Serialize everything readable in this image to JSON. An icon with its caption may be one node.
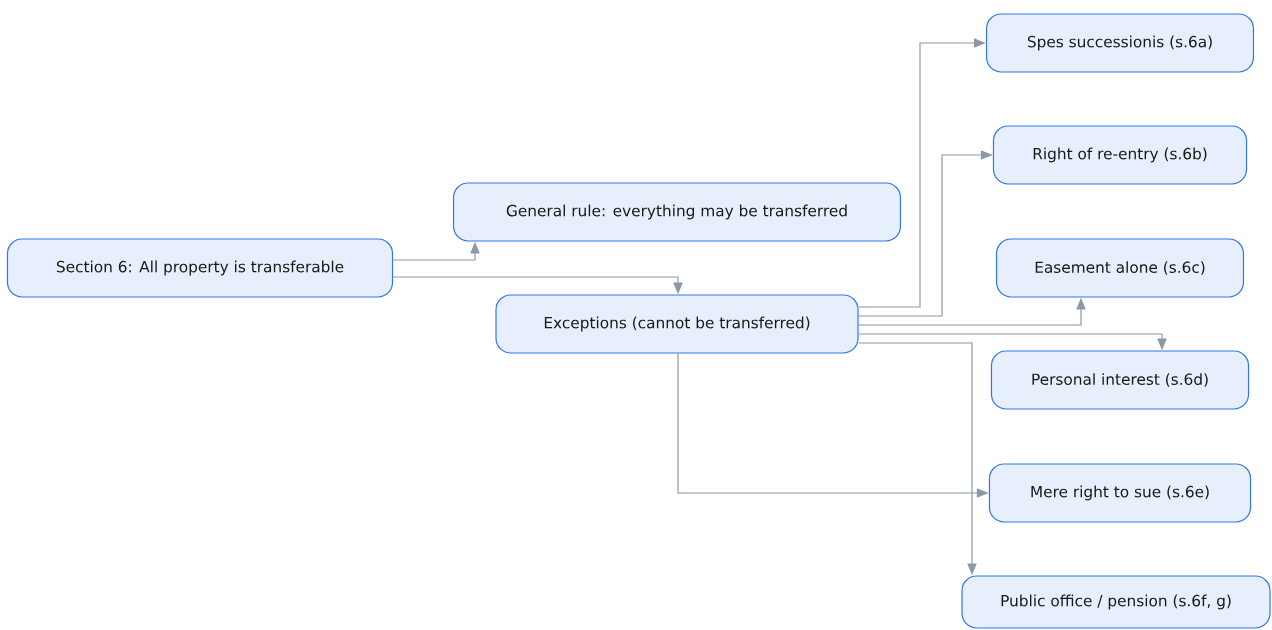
{
  "diagram": {
    "nodes": [
      {
        "text": [
          "Section 6: All property is transferable"
        ]
      },
      {
        "text": [
          "General rule: everything may be transferred"
        ]
      },
      {
        "text": [
          "Exceptions (cannot be transferred)"
        ]
      },
      {
        "text": [
          "Spes successionis (s.6a)"
        ]
      },
      {
        "text": [
          "Right of re-entry (s.6b)"
        ]
      },
      {
        "text": [
          "Easement alone (s.6c)"
        ]
      },
      {
        "text": [
          "Personal interest (s.6d)"
        ]
      },
      {
        "text": [
          "Mere right to sue (s.6e)"
        ]
      },
      {
        "text": [
          "Public office / pension (s.6f, g)"
        ]
      }
    ],
    "edges": [
      {
        "from": 0,
        "to": 1,
        "arrow": "to"
      },
      {
        "from": 0,
        "to": 2,
        "arrow": "to"
      },
      {
        "from": 2,
        "to": 3,
        "arrow": "to"
      },
      {
        "from": 2,
        "to": 4,
        "arrow": "to"
      },
      {
        "from": 2,
        "to": 5,
        "arrow": "to"
      },
      {
        "from": 2,
        "to": 6,
        "arrow": "to"
      },
      {
        "from": 2,
        "to": 7,
        "arrow": "to"
      },
      {
        "from": 2,
        "to": 8,
        "arrow": "to"
      }
    ]
  }
}
